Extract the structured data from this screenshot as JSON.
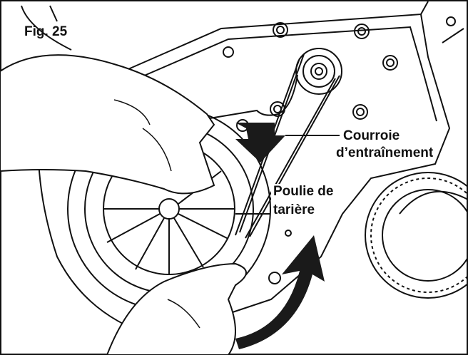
{
  "figure": {
    "label": "Fig. 25",
    "callouts": {
      "belt_line1": "Courroie",
      "belt_line2": "d’entraînement",
      "pulley_line1": "Poulie de",
      "pulley_line2": "tarière"
    }
  },
  "colors": {
    "ink": "#111111",
    "arrow_fill": "#1a1a1a",
    "paper": "#ffffff"
  }
}
